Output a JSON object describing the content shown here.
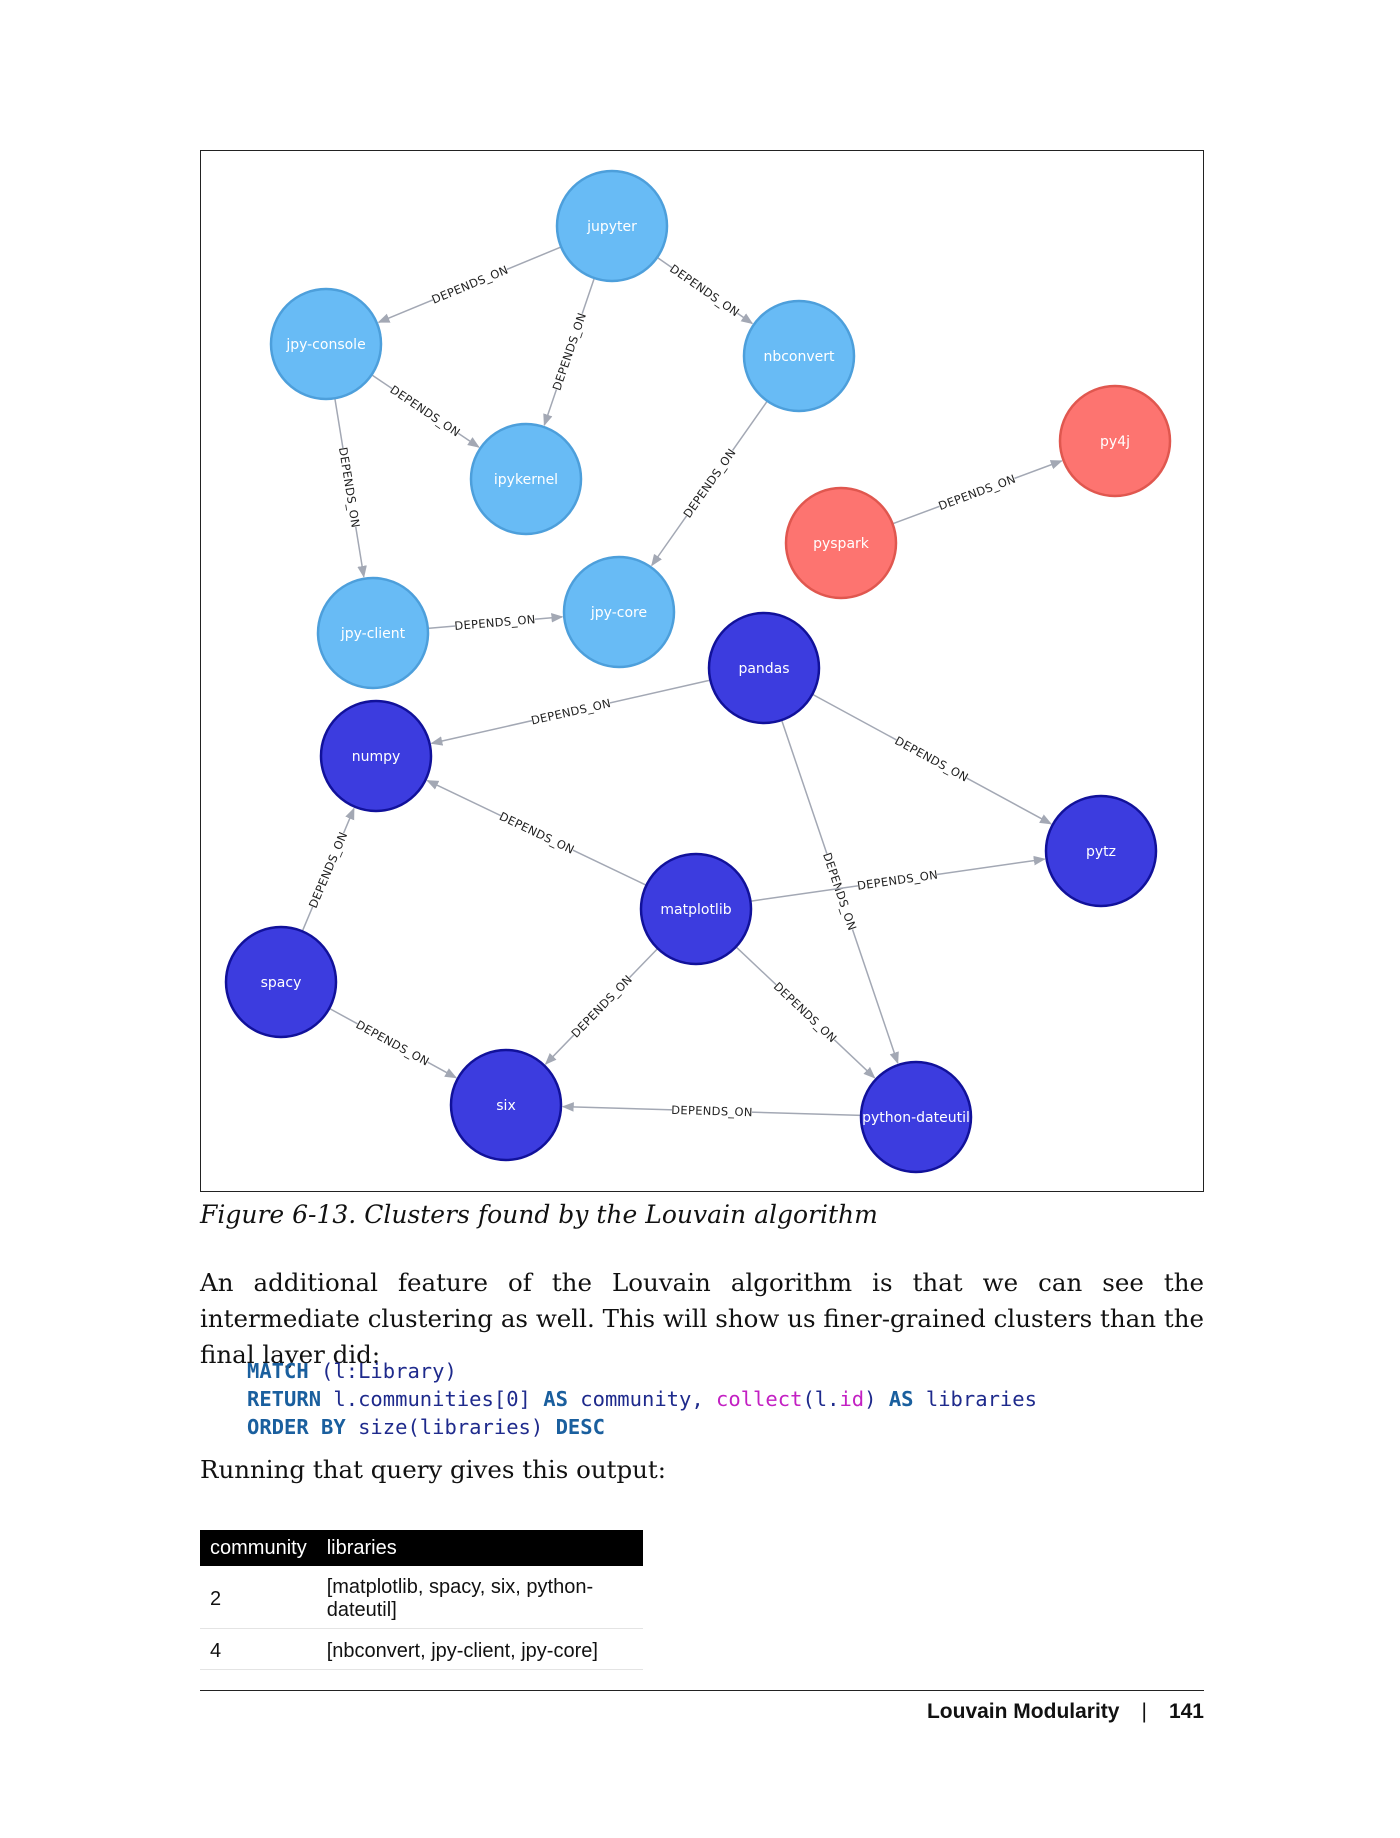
{
  "figure": {
    "nodes": [
      {
        "id": "jupyter",
        "label": "jupyter",
        "cluster": "light"
      },
      {
        "id": "jpy-console",
        "label": "jpy-console",
        "cluster": "light"
      },
      {
        "id": "nbconvert",
        "label": "nbconvert",
        "cluster": "light"
      },
      {
        "id": "ipykernel",
        "label": "ipykernel",
        "cluster": "light"
      },
      {
        "id": "jpy-client",
        "label": "jpy-client",
        "cluster": "light"
      },
      {
        "id": "jpy-core",
        "label": "jpy-core",
        "cluster": "light"
      },
      {
        "id": "py4j",
        "label": "py4j",
        "cluster": "red"
      },
      {
        "id": "pyspark",
        "label": "pyspark",
        "cluster": "red"
      },
      {
        "id": "pandas",
        "label": "pandas",
        "cluster": "dark"
      },
      {
        "id": "numpy",
        "label": "numpy",
        "cluster": "dark"
      },
      {
        "id": "pytz",
        "label": "pytz",
        "cluster": "dark"
      },
      {
        "id": "matplotlib",
        "label": "matplotlib",
        "cluster": "dark"
      },
      {
        "id": "spacy",
        "label": "spacy",
        "cluster": "dark"
      },
      {
        "id": "six",
        "label": "six",
        "cluster": "dark"
      },
      {
        "id": "python-dateutil",
        "label": "python-dateutil",
        "cluster": "dark"
      }
    ],
    "edges": [
      {
        "from": "jupyter",
        "to": "jpy-console",
        "label": "DEPENDS_ON"
      },
      {
        "from": "jupyter",
        "to": "nbconvert",
        "label": "DEPENDS_ON"
      },
      {
        "from": "jupyter",
        "to": "ipykernel",
        "label": "DEPENDS_ON"
      },
      {
        "from": "jpy-console",
        "to": "ipykernel",
        "label": "DEPENDS_ON"
      },
      {
        "from": "jpy-console",
        "to": "jpy-client",
        "label": "DEPENDS_ON"
      },
      {
        "from": "nbconvert",
        "to": "jpy-core",
        "label": "DEPENDS_ON"
      },
      {
        "from": "jpy-client",
        "to": "jpy-core",
        "label": "DEPENDS_ON"
      },
      {
        "from": "pyspark",
        "to": "py4j",
        "label": "DEPENDS_ON"
      },
      {
        "from": "pandas",
        "to": "numpy",
        "label": "DEPENDS_ON"
      },
      {
        "from": "pandas",
        "to": "pytz",
        "label": "DEPENDS_ON"
      },
      {
        "from": "pandas",
        "to": "python-dateutil",
        "label": "DEPENDS_ON"
      },
      {
        "from": "matplotlib",
        "to": "numpy",
        "label": "DEPENDS_ON"
      },
      {
        "from": "matplotlib",
        "to": "pytz",
        "label": "DEPENDS_ON"
      },
      {
        "from": "matplotlib",
        "to": "six",
        "label": "DEPENDS_ON"
      },
      {
        "from": "matplotlib",
        "to": "python-dateutil",
        "label": "DEPENDS_ON"
      },
      {
        "from": "spacy",
        "to": "numpy",
        "label": "DEPENDS_ON"
      },
      {
        "from": "spacy",
        "to": "six",
        "label": "DEPENDS_ON"
      },
      {
        "from": "python-dateutil",
        "to": "six",
        "label": "DEPENDS_ON"
      }
    ],
    "colors": {
      "light_fill": "#68bbf5",
      "light_stroke": "#4d9fdb",
      "red_fill": "#fd7470",
      "red_stroke": "#e0574f",
      "dark_fill": "#3c3cdf",
      "dark_stroke": "#11119a",
      "edge": "#a3a8b4"
    },
    "caption": "Figure 6-13. Clusters found by the Louvain algorithm"
  },
  "paragraph": "An additional feature of the Louvain algorithm is that we can see the intermediate clustering as well. This will show us finer-grained clusters than the final layer did:",
  "code": {
    "line1": {
      "kw1": "MATCH",
      "rest": " (l:Library)"
    },
    "line2": {
      "kw1": "RETURN",
      "t1": " l.communities[0] ",
      "kw2": "AS",
      "t2": " community, ",
      "fn": "collect",
      "t3": "(l.",
      "fn2": "id",
      "t4": ") ",
      "kw3": "AS",
      "t5": " libraries"
    },
    "line3": {
      "kw1": "ORDER BY",
      "t1": " size(libraries) ",
      "kw2": "DESC"
    }
  },
  "running_text": "Running that query gives this output:",
  "table": {
    "headers": [
      "community",
      "libraries"
    ],
    "rows": [
      [
        "2",
        "[matplotlib, spacy, six, python-dateutil]"
      ],
      [
        "4",
        "[nbconvert, jpy-client, jpy-core]"
      ]
    ]
  },
  "footer": {
    "section": "Louvain Modularity",
    "separator": "|",
    "page": "141"
  }
}
